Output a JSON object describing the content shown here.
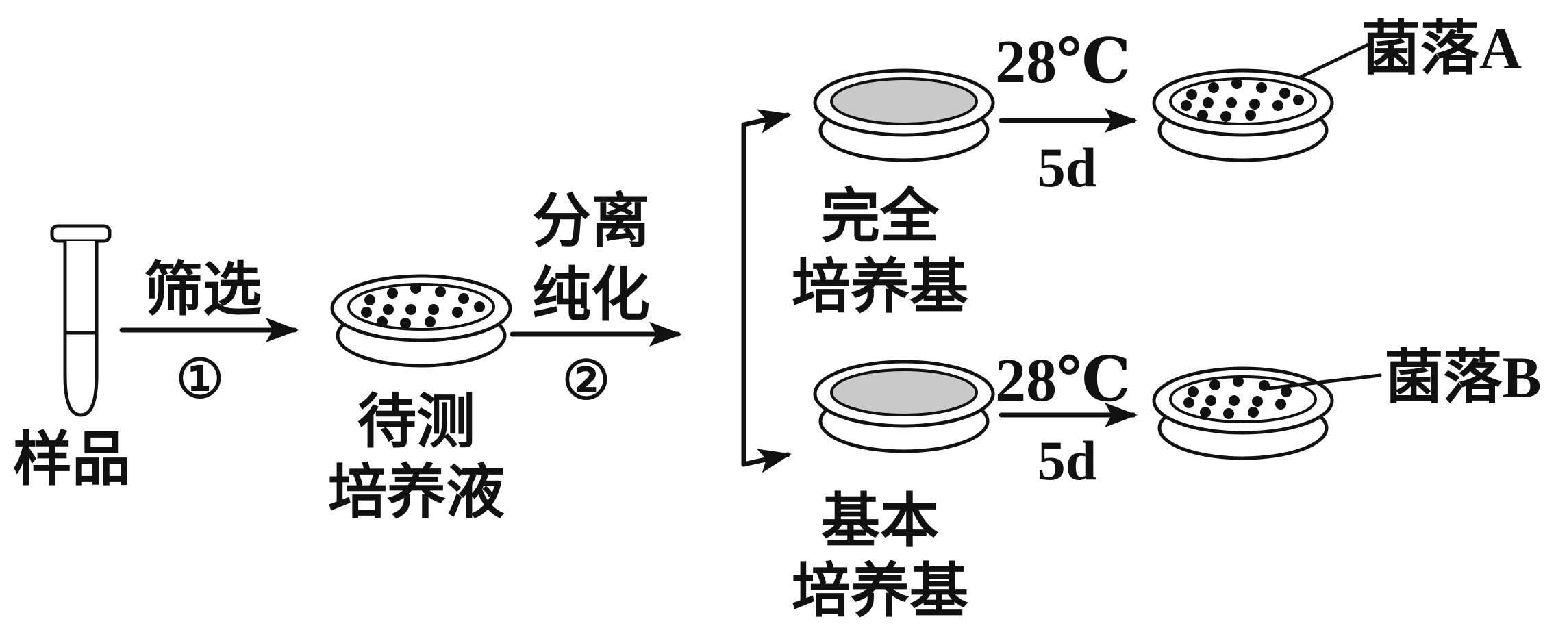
{
  "diagram": {
    "sample_label": "样品",
    "step1": {
      "name": "筛选",
      "number": "①"
    },
    "test_culture": {
      "line1": "待测",
      "line2": "培养液"
    },
    "step2": {
      "line1": "分离",
      "line2": "纯化",
      "number": "②"
    },
    "branch_top": {
      "medium_line1": "完全",
      "medium_line2": "培养基",
      "temperature": "28℃",
      "duration": "5d",
      "result_label": "菌落A"
    },
    "branch_bottom": {
      "medium_line1": "基本",
      "medium_line2": "培养基",
      "temperature": "28℃",
      "duration": "5d",
      "result_label": "菌落B"
    },
    "colors": {
      "line": "#111111",
      "agar_fill": "#c9c9c9",
      "background": "#ffffff"
    }
  }
}
